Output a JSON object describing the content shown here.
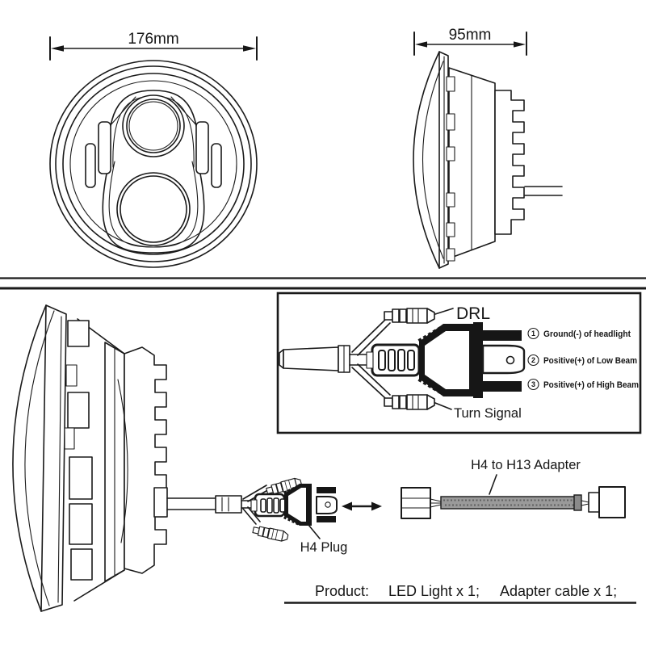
{
  "canvas": {
    "background": "#ffffff",
    "ink": "#1a1a1a",
    "cable_gray": "#9a9a9a"
  },
  "front_view": {
    "dimension": "176mm"
  },
  "side_view": {
    "dimension": "95mm"
  },
  "wiring_box": {
    "drl_label": "DRL",
    "turn_signal_label": "Turn Signal",
    "legend": [
      {
        "num": "1",
        "text": "Ground(-) of  headlight"
      },
      {
        "num": "2",
        "text": "Positive(+) of  Low Beam"
      },
      {
        "num": "3",
        "text": "Positive(+) of  High Beam"
      }
    ]
  },
  "lower_section": {
    "h4_plug_label": "H4 Plug",
    "adapter_label": "H4 to H13 Adapter"
  },
  "product_line": {
    "prefix": "Product:",
    "item1": "LED Light x 1;",
    "item2": "Adapter cable x 1;"
  }
}
